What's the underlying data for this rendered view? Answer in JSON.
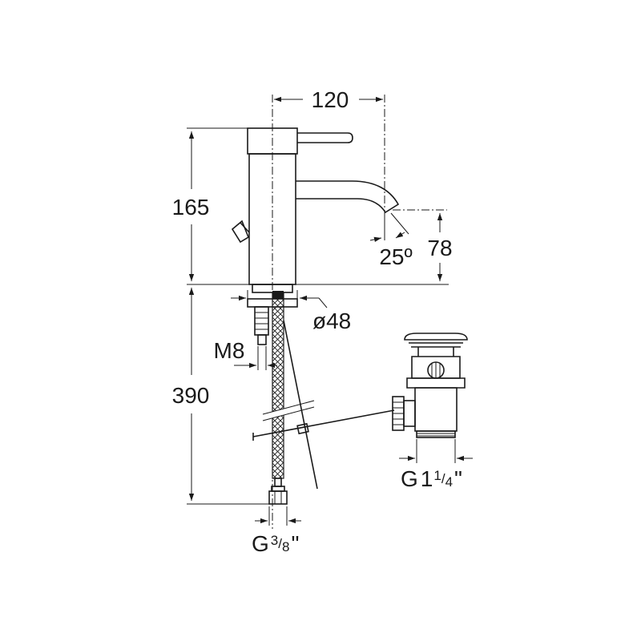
{
  "dimensions": {
    "width_total": "120",
    "faucet_height": "165",
    "spout_height": "78",
    "spout_angle": "25º",
    "base_diameter": "ø48",
    "stud_thread": "M8",
    "hose_length": "390",
    "hose_connection": {
      "prefix": "G",
      "numerator": "3",
      "slash": "/",
      "denominator": "8",
      "suffix": "\""
    },
    "drain_connection": {
      "prefix": "G",
      "whole": "1",
      "numerator": "1",
      "slash": "/",
      "denominator": "4",
      "suffix": "\""
    }
  }
}
